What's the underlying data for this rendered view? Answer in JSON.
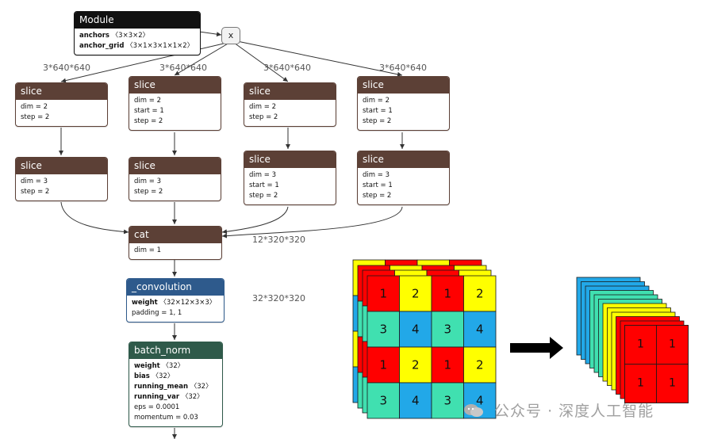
{
  "nodes": [
    {
      "id": "module",
      "title": "Module",
      "color": "#111111",
      "rows": [
        {
          "key": "anchors",
          "bold": true,
          "value": "〈3×3×2〉"
        },
        {
          "key": "anchor_grid",
          "bold": true,
          "value": "〈3×1×3×1×1×2〉"
        }
      ]
    },
    {
      "id": "slice-1a",
      "title": "slice",
      "color": "#5c4036",
      "rows": [
        {
          "key": "dim = 2",
          "bold": false,
          "value": ""
        },
        {
          "key": "step = 2",
          "bold": false,
          "value": ""
        }
      ]
    },
    {
      "id": "slice-2a",
      "title": "slice",
      "color": "#5c4036",
      "rows": [
        {
          "key": "dim = 2",
          "bold": false,
          "value": ""
        },
        {
          "key": "start = 1",
          "bold": false,
          "value": ""
        },
        {
          "key": "step = 2",
          "bold": false,
          "value": ""
        }
      ]
    },
    {
      "id": "slice-3a",
      "title": "slice",
      "color": "#5c4036",
      "rows": [
        {
          "key": "dim = 2",
          "bold": false,
          "value": ""
        },
        {
          "key": "step = 2",
          "bold": false,
          "value": ""
        }
      ]
    },
    {
      "id": "slice-4a",
      "title": "slice",
      "color": "#5c4036",
      "rows": [
        {
          "key": "dim = 2",
          "bold": false,
          "value": ""
        },
        {
          "key": "start = 1",
          "bold": false,
          "value": ""
        },
        {
          "key": "step = 2",
          "bold": false,
          "value": ""
        }
      ]
    },
    {
      "id": "slice-1b",
      "title": "slice",
      "color": "#5c4036",
      "rows": [
        {
          "key": "dim = 3",
          "bold": false,
          "value": ""
        },
        {
          "key": "step = 2",
          "bold": false,
          "value": ""
        }
      ]
    },
    {
      "id": "slice-2b",
      "title": "slice",
      "color": "#5c4036",
      "rows": [
        {
          "key": "dim = 3",
          "bold": false,
          "value": ""
        },
        {
          "key": "step = 2",
          "bold": false,
          "value": ""
        }
      ]
    },
    {
      "id": "slice-3b",
      "title": "slice",
      "color": "#5c4036",
      "rows": [
        {
          "key": "dim = 3",
          "bold": false,
          "value": ""
        },
        {
          "key": "start = 1",
          "bold": false,
          "value": ""
        },
        {
          "key": "step = 2",
          "bold": false,
          "value": ""
        }
      ]
    },
    {
      "id": "slice-4b",
      "title": "slice",
      "color": "#5c4036",
      "rows": [
        {
          "key": "dim = 3",
          "bold": false,
          "value": ""
        },
        {
          "key": "start = 1",
          "bold": false,
          "value": ""
        },
        {
          "key": "step = 2",
          "bold": false,
          "value": ""
        }
      ]
    },
    {
      "id": "cat",
      "title": "cat",
      "color": "#5c4036",
      "rows": [
        {
          "key": "dim = 1",
          "bold": false,
          "value": ""
        }
      ]
    },
    {
      "id": "convolution",
      "title": "_convolution",
      "color": "#2e5a8c",
      "rows": [
        {
          "key": "weight",
          "bold": true,
          "value": "〈32×12×3×3〉"
        },
        {
          "key": "padding = 1, 1",
          "bold": false,
          "value": ""
        }
      ]
    },
    {
      "id": "batch-norm",
      "title": "batch_norm",
      "color": "#2f5a4a",
      "rows": [
        {
          "key": "weight",
          "bold": true,
          "value": "〈32〉"
        },
        {
          "key": "bias",
          "bold": true,
          "value": "〈32〉"
        },
        {
          "key": "running_mean",
          "bold": true,
          "value": "〈32〉"
        },
        {
          "key": "running_var",
          "bold": true,
          "value": "〈32〉"
        },
        {
          "key": "eps = 0.0001",
          "bold": false,
          "value": ""
        },
        {
          "key": "momentum = 0.03",
          "bold": false,
          "value": ""
        }
      ]
    }
  ],
  "x_node_label": "x",
  "edge_labels": {
    "input_shape": "3*640*640",
    "cat_output": "12*320*320",
    "conv_output": "32*320*320"
  },
  "grid": {
    "rows": [
      [
        "1",
        "2",
        "1",
        "2"
      ],
      [
        "3",
        "4",
        "3",
        "4"
      ],
      [
        "1",
        "2",
        "1",
        "2"
      ],
      [
        "3",
        "4",
        "3",
        "4"
      ]
    ],
    "colors": {
      "1": "#ff0000",
      "2": "#ffff00",
      "3": "#40e0b0",
      "4": "#22a8e8"
    }
  },
  "result_stack_labels": [
    "1",
    "1",
    "1",
    "1"
  ],
  "watermark": "公众号 · 深度人工智能"
}
